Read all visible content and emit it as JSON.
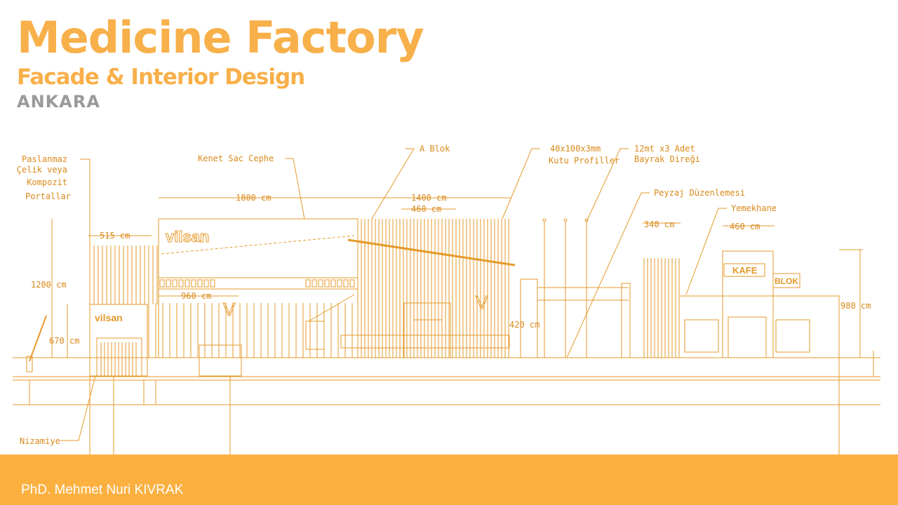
{
  "header": {
    "title": "Medicine Factory",
    "subtitle": "Facade & Interior Design",
    "city": "ANKARA"
  },
  "colors": {
    "accent": "#f8b04a",
    "line": "#e59a2a",
    "footer": "#fbb040",
    "city": "#9a9a9a"
  },
  "labels": {
    "paslanmaz_1": "Paslanmaz",
    "paslanmaz_2": "Çelik veya",
    "paslanmaz_3": "Kompozit",
    "paslanmaz_4": "Portallar",
    "kenet": "Kenet Sac Cephe",
    "ablok": "A Blok",
    "kutu_1": "40x100x3mm",
    "kutu_2": "Kutu Profiller",
    "bayrak_1": "12mt x3 Adet",
    "bayrak_2": "Bayrak Direği",
    "peyzaj": "Peyzaj Düzenlemesi",
    "yemekhane": "Yemekhane",
    "nizamiye": "Nizamiye"
  },
  "dimensions": {
    "d1800": "1800 cm",
    "d1400": "1400 cm",
    "d460a": "460 cm",
    "d515": "515 cm",
    "d1200": "1200 cm",
    "d960": "960 cm",
    "d670": "670 cm",
    "d420": "420 cm",
    "d340": "340 cm",
    "d460b": "460 cm",
    "d980": "980 cm"
  },
  "signs": {
    "vilsan_main": "vilsan",
    "vilsan_gate": "vilsan",
    "kafe": "KAFE",
    "blok": "BLOK",
    "v_mark": "V"
  },
  "footer": {
    "author": "PhD. Mehmet Nuri KIVRAK"
  }
}
